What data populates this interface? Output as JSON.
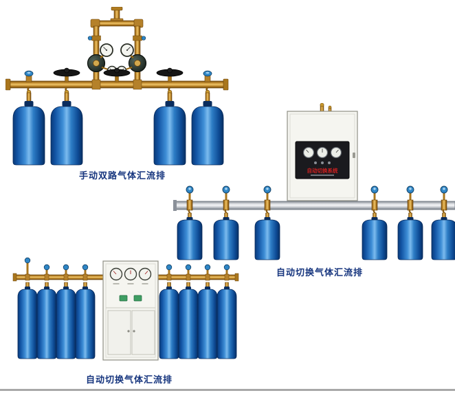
{
  "page": {
    "background": "#ffffff"
  },
  "products": [
    {
      "caption": "手动双路气体汇流排",
      "cylinder_count": 4,
      "gauge_count": 4,
      "handwheel_count": 3
    },
    {
      "caption": "自动切换气体汇流排",
      "cabinet_label": "自动切换系统",
      "cylinder_count": 6,
      "cabinet_gauge_count": 3
    },
    {
      "caption": "自动切换气体汇流排",
      "cylinder_count": 8,
      "cabinet_gauge_count": 3
    }
  ],
  "colors": {
    "page_background": "#ffffff",
    "caption_text": "#16357e",
    "cylinder_blue": "#2e7ec6",
    "cylinder_blue_dark": "#0a3a78",
    "cylinder_highlight": "#7cbbee",
    "brass": "#c08a2e",
    "brass_dark": "#6b440b",
    "pipe_silver": "#c7cad0",
    "cabinet_body": "#f5f5f0",
    "panel_black": "#1a1a1e",
    "label_red": "#cf2020",
    "knob_blue": "#2f86c6",
    "handwheel_black": "#161616",
    "bottom_rule_gray": "#a8a8a8"
  }
}
